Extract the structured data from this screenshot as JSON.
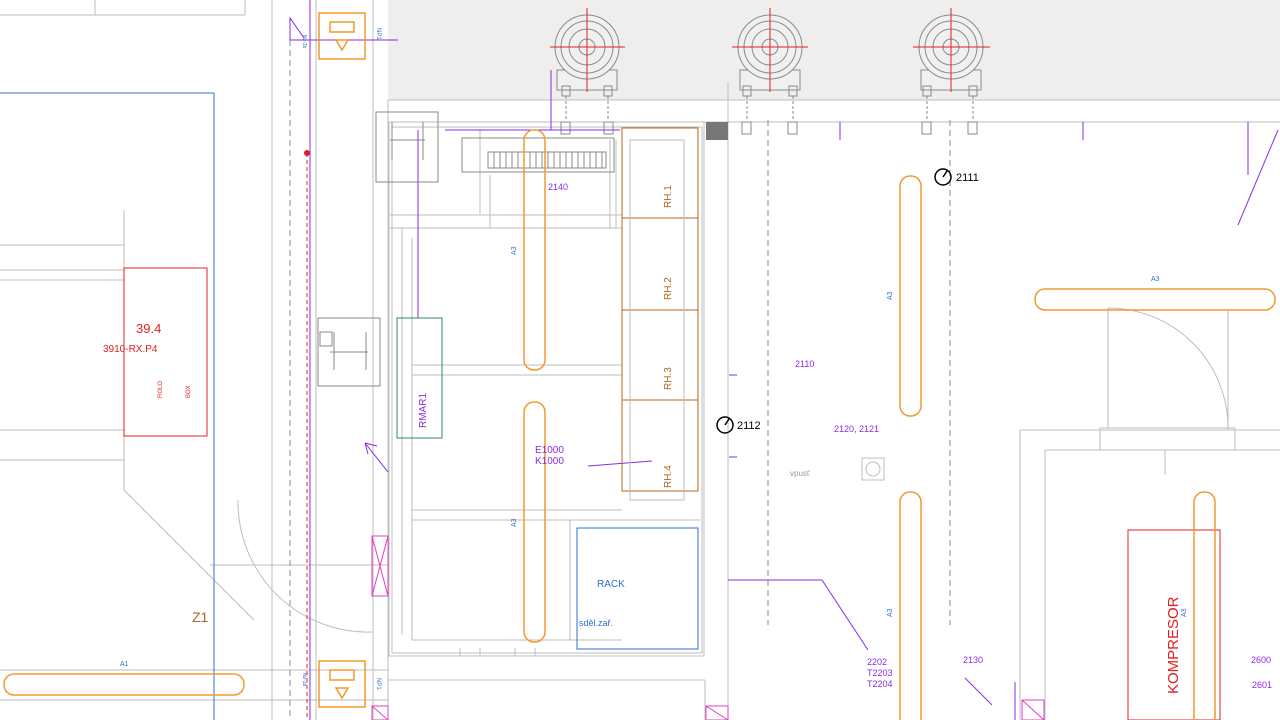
{
  "colors": {
    "line_gray": "#bdbdbd",
    "dark_gray": "#8a8a8a",
    "purple": "#8a2be2",
    "orange": "#f29a2e",
    "red": "#e02020",
    "blue": "#2f6fd0",
    "green": "#2e8b57",
    "magenta": "#e040c0",
    "brown": "#b5651d",
    "fan_fill": "#f0f0f0",
    "roof_fill": "#eeeeee"
  },
  "labels": {
    "room_number": "39.4",
    "room_code": "3910-RX.P4",
    "rolo": "ROLO",
    "box": "BOX",
    "zone": "Z1",
    "rmar": "RMAR1",
    "rh1": "RH.1",
    "rh2": "RH.2",
    "rh3": "RH.3",
    "rh4": "RH.4",
    "rack": "RACK",
    "sdel": "sděl.zař.",
    "e1000": "E1000",
    "k1000": "K1000",
    "vpust": "vpusť",
    "kompresor": "KOMPRESOR",
    "n2140": "2140",
    "n2111": "2111",
    "n2112": "2112",
    "n2110": "2110",
    "n2120": "2120, 2121",
    "n2202": "2202",
    "t2203": "T2203",
    "t2204": "T2204",
    "n2130": "2130",
    "n2600": "2600",
    "n2601": "2601",
    "a1": "A1",
    "a3": "A3",
    "np1": "NP1",
    "np_small": "Nz-1b"
  }
}
